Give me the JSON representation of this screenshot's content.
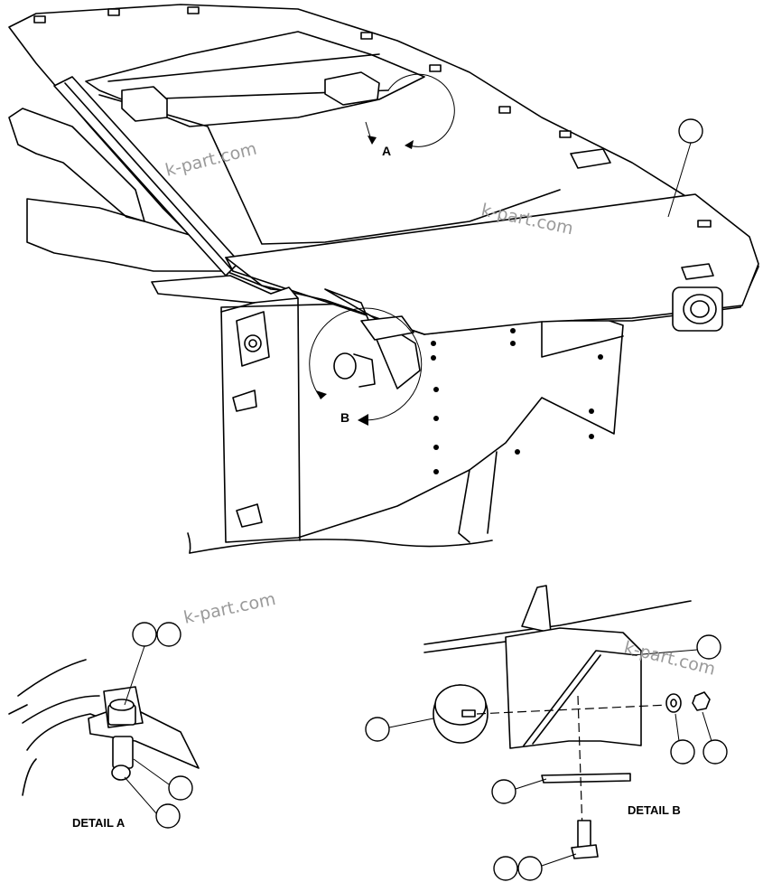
{
  "watermark": "k-part.com",
  "view_labels": {
    "a": "A",
    "b": "B"
  },
  "detail_a_label": "DETAIL A",
  "detail_b_label": "DETAIL B"
}
